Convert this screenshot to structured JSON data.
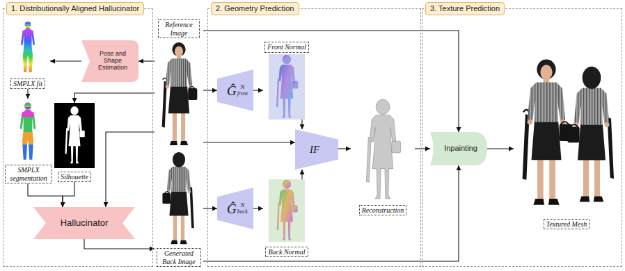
{
  "diagram": {
    "nodes": [
      {
        "text": [
          "1. Distributionally Aligned Hallucinator"
        ]
      },
      {
        "text": [
          "SMPLX fit"
        ],
        "in": 0
      },
      {
        "text": [
          "Pose and Shape Estimation"
        ],
        "in": 0
      },
      {
        "text": [
          "SMPLX segmentation"
        ],
        "in": 0
      },
      {
        "text": [
          "Silhouette"
        ],
        "in": 0
      },
      {
        "text": [
          "Hallucinator"
        ],
        "in": 0
      },
      {
        "text": [
          "Reference Image"
        ]
      },
      {
        "text": [
          "Generated Back Image"
        ]
      },
      {
        "text": [
          "2. Geometry Prediction"
        ]
      },
      {
        "text": [
          "Front Normal"
        ],
        "in": 8
      },
      {
        "text": [
          "Ĝ",
          "N",
          "front"
        ],
        "in": 8
      },
      {
        "text": [
          "IF"
        ],
        "in": 8
      },
      {
        "text": [
          "Reconstruction"
        ],
        "in": 8
      },
      {
        "text": [
          "Ĝ",
          "N",
          "back"
        ],
        "in": 8
      },
      {
        "text": [
          "Back Normal"
        ],
        "in": 8
      },
      {
        "text": [
          "3. Texture Prediction"
        ]
      },
      {
        "text": [
          "Inpainting"
        ],
        "in": 15
      },
      {
        "text": [
          "Textured Mesh"
        ],
        "in": 15
      }
    ],
    "edges": [
      {
        "from": 6,
        "to": 2,
        "arrow": "to"
      },
      {
        "from": 2,
        "to": 1,
        "arrow": "to"
      },
      {
        "from": 1,
        "to": 3,
        "arrow": "to"
      },
      {
        "from": 6,
        "to": 4,
        "arrow": "to"
      },
      {
        "from": 3,
        "to": 5,
        "arrow": "to"
      },
      {
        "from": 4,
        "to": 5,
        "arrow": "to"
      },
      {
        "from": 6,
        "to": 5,
        "arrow": "to"
      },
      {
        "from": 5,
        "to": 7,
        "arrow": "to"
      },
      {
        "from": 6,
        "to": 10,
        "arrow": "to"
      },
      {
        "from": 6,
        "to": 11,
        "arrow": "to"
      },
      {
        "from": 6,
        "to": 16,
        "arrow": "to"
      },
      {
        "from": 7,
        "to": 13,
        "arrow": "to"
      },
      {
        "from": 7,
        "to": 16,
        "arrow": "to"
      },
      {
        "from": 10,
        "to": 9,
        "arrow": "to"
      },
      {
        "from": 13,
        "to": 14,
        "arrow": "to"
      },
      {
        "from": 9,
        "to": 11,
        "arrow": "to"
      },
      {
        "from": 14,
        "to": 11,
        "arrow": "to"
      },
      {
        "from": 11,
        "to": 12,
        "arrow": "to"
      },
      {
        "from": 12,
        "to": 16,
        "arrow": "to"
      },
      {
        "from": 16,
        "to": 17,
        "arrow": "to"
      }
    ]
  }
}
